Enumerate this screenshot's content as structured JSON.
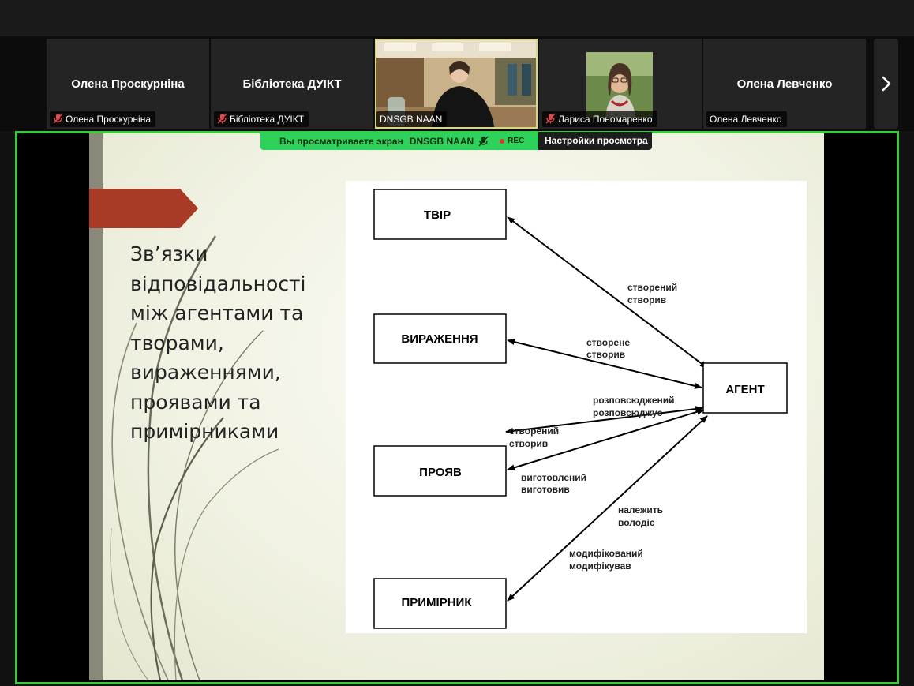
{
  "participants": [
    {
      "name": "Олена Проскурніна",
      "label": "Олена Проскурніна",
      "muted": true,
      "video": false
    },
    {
      "name": "Бібліотека ДУІКТ",
      "label": "Бібліотека ДУІКТ",
      "muted": true,
      "video": false
    },
    {
      "name": "DNSGB NAAN",
      "label": "DNSGB NAAN",
      "muted": false,
      "video": true,
      "active": true
    },
    {
      "name": "Лариса Пономаренко",
      "label": "Лариса Пономаренко",
      "muted": true,
      "video": true
    },
    {
      "name": "Олена Левченко",
      "label": "Олена Левченко",
      "muted": false,
      "video": false
    }
  ],
  "share_bar": {
    "viewing_text": "Вы просматриваете экран",
    "presenter": "DNSGB NAAN",
    "rec_label": "REC",
    "view_settings": "Настройки просмотра"
  },
  "colors": {
    "accent_green": "#2ed15a",
    "frame_green": "#3cc93c",
    "slide_arrow": "#a83a26"
  },
  "slide": {
    "title_lines": [
      "Зв’язки",
      "відповідальності",
      "між агентами та",
      "творами,",
      "вираженнями,",
      "проявами та",
      "примірниками"
    ],
    "diagram": {
      "boxes": {
        "tvir": "ТВІР",
        "vyrazhennia": "ВИРАЖЕННЯ",
        "proiav": "ПРОЯВ",
        "prymirnyk": "ПРИМІРНИК",
        "agent": "АГЕНТ"
      },
      "labels": {
        "l1a": "створений",
        "l1b": "створив",
        "l2a": "створене",
        "l2b": "створив",
        "l3a": "розповсюджений",
        "l3b": "розповсюджує",
        "l4a": "створений",
        "l4b": "створив",
        "l5a": "виготовлений",
        "l5b": "виготовив",
        "l6a": "належить",
        "l6b": "володіє",
        "l7a": "модифікований",
        "l7b": "модифікував"
      }
    }
  }
}
